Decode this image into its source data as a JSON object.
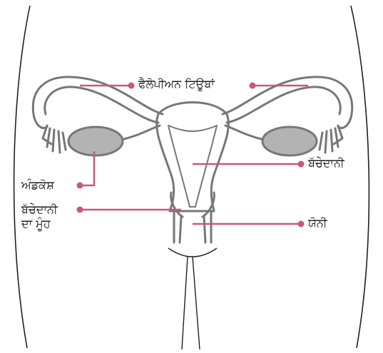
{
  "labels": {
    "fallopian_tubes": "ਫੈਲੋਪੀਅਨ ਟਿਊਬਾਂ",
    "ovary": "ਅੰਡਕੋਸ਼",
    "uterus": "ਬੱਚੇਦਾਨੀ",
    "cervix_line1": "ਬੱਚੇਦਾਨੀ",
    "cervix_line2": "ਦਾ ਮੂੰਹ",
    "vagina": "ਯੋਨੀ"
  },
  "colors": {
    "outline": "#777777",
    "ovary_fill": "#b3b3b3",
    "body_line": "#231f20",
    "leader_line": "#c9577f"
  }
}
